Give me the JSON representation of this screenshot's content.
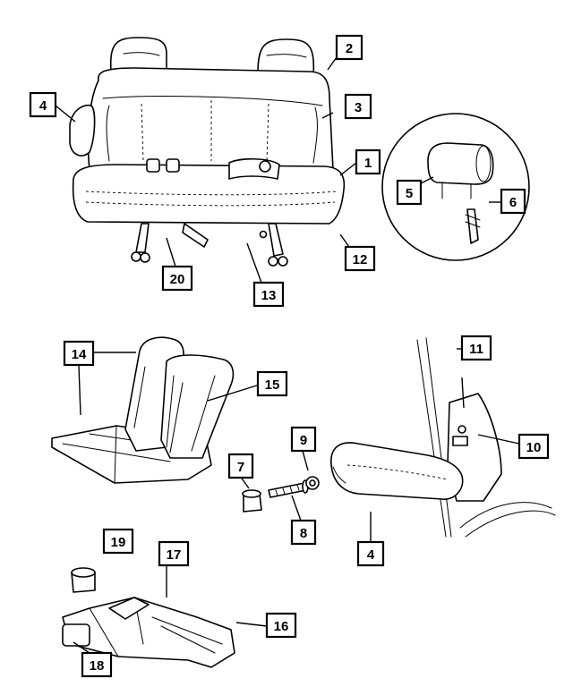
{
  "callouts": [
    {
      "id": "c2",
      "label": "2"
    },
    {
      "id": "c3",
      "label": "3"
    },
    {
      "id": "c4a",
      "label": "4"
    },
    {
      "id": "c1",
      "label": "1"
    },
    {
      "id": "c12",
      "label": "12"
    },
    {
      "id": "c13",
      "label": "13"
    },
    {
      "id": "c20",
      "label": "20"
    },
    {
      "id": "c5",
      "label": "5"
    },
    {
      "id": "c6",
      "label": "6"
    },
    {
      "id": "c14",
      "label": "14"
    },
    {
      "id": "c15",
      "label": "15"
    },
    {
      "id": "c11",
      "label": "11"
    },
    {
      "id": "c10",
      "label": "10"
    },
    {
      "id": "c9",
      "label": "9"
    },
    {
      "id": "c7",
      "label": "7"
    },
    {
      "id": "c8",
      "label": "8"
    },
    {
      "id": "c4b",
      "label": "4"
    },
    {
      "id": "c19",
      "label": "19"
    },
    {
      "id": "c17",
      "label": "17"
    },
    {
      "id": "c16",
      "label": "16"
    },
    {
      "id": "c18",
      "label": "18"
    }
  ]
}
